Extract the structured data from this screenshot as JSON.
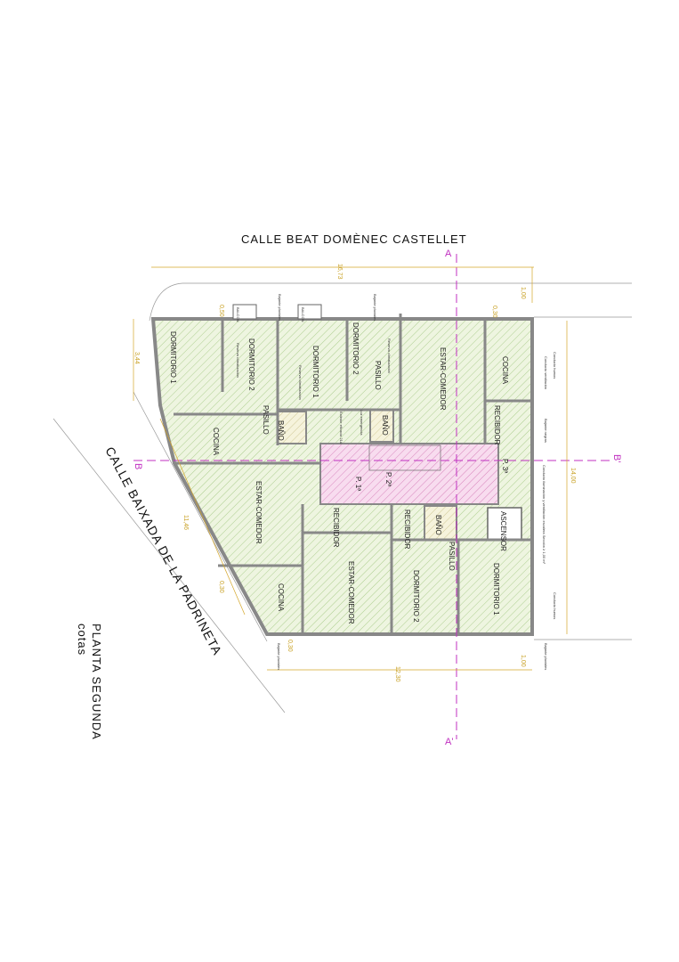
{
  "titles": {
    "street_top": "CALLE BEAT DOMÈNEC CASTELLET",
    "street_left": "CALLE BAIXADA DE LA PADRINETA",
    "plan_name": "PLANTA SEGUNDA",
    "plan_subtitle": "cotas"
  },
  "section_marks": {
    "a_top": "A",
    "a_bottom": "A'",
    "b_left": "B",
    "b_right": "B'"
  },
  "dimensions": {
    "overall_width": "16,73",
    "right_depth": "14,00",
    "bottom_width": "12,30",
    "diagonal": "11,46",
    "left_depth": "3,44",
    "balcony_offset": "0,50",
    "top_offset": "1,00",
    "top_offset_b": "0,30",
    "bottom_offset": "1,00",
    "bottom_wall": "0,30",
    "diag_wall": "0,30"
  },
  "rooms": {
    "r1": "DORMITORIO 1",
    "r2": "DORMITORIO 2",
    "r3": "PASILLO",
    "r4": "COCINA",
    "r5": "BAÑO",
    "r6": "DORMITORIO 1",
    "r7": "DORMITORIO 2",
    "r8": "PASILLO",
    "r9": "BAÑO",
    "r10": "ESTAR-COMEDOR",
    "r11": "COCINA",
    "r12": "RECIBIDOR",
    "r13": "ESTAR-COMEDOR",
    "r14": "RECIBIDOR",
    "r15": "RECIBIDOR",
    "r16": "BAÑO",
    "r17": "ASCENSOR",
    "r18": "ESTAR-COMEDOR",
    "r19": "COCINA",
    "r20": "DORMITORIO 2",
    "r21": "PASILLO",
    "r22": "DORMITORIO 1",
    "balcon1": "BALCON",
    "balcon2": "BALCON"
  },
  "landings": {
    "p1": "P. 1ª",
    "p2": "P. 2ª",
    "p3": "P. 3ª"
  },
  "notes": {
    "bajante_pluviales": "Bajante pluviales",
    "bajante_negras": "Bajante negras",
    "conducto_humos": "Conducto humos",
    "conducto_ventilacion": "Conducto ventilación",
    "reserva_climatizacion": "Reserva climatización",
    "extintor": "Extintor eficacia 21A",
    "luz_emergencia": "Luz emergencia",
    "conducto_escalera": "Conducto iluminación y ventilación escalera Sección ≥ 1,00 m²"
  },
  "colors": {
    "room_fill": "#eef5e0",
    "hatch": "#9cc47a",
    "core": "#f3c8e8",
    "wall": "#9a9a9a",
    "dimension": "#d4a62a",
    "section": "#c030c0"
  }
}
